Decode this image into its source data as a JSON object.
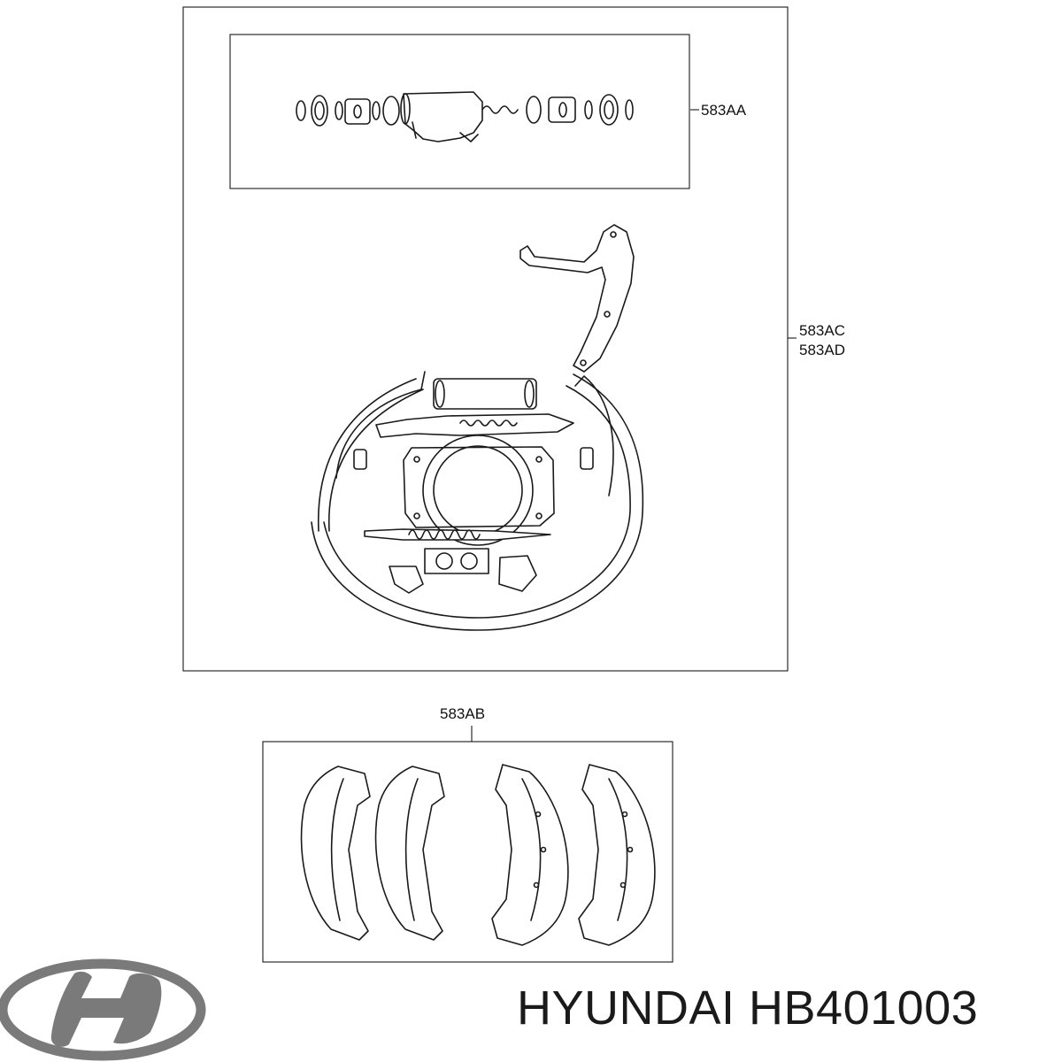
{
  "callouts": {
    "cylinder_kit": "583AA",
    "shoe_assembly_line1": "583AC",
    "shoe_assembly_line2": "583AD",
    "shoe_set": "583AB"
  },
  "caption": {
    "brand": "HYUNDAI",
    "part_number": "HB401003"
  },
  "logo": {
    "name": "hyundai-logo",
    "color": "#7a7a7a"
  }
}
